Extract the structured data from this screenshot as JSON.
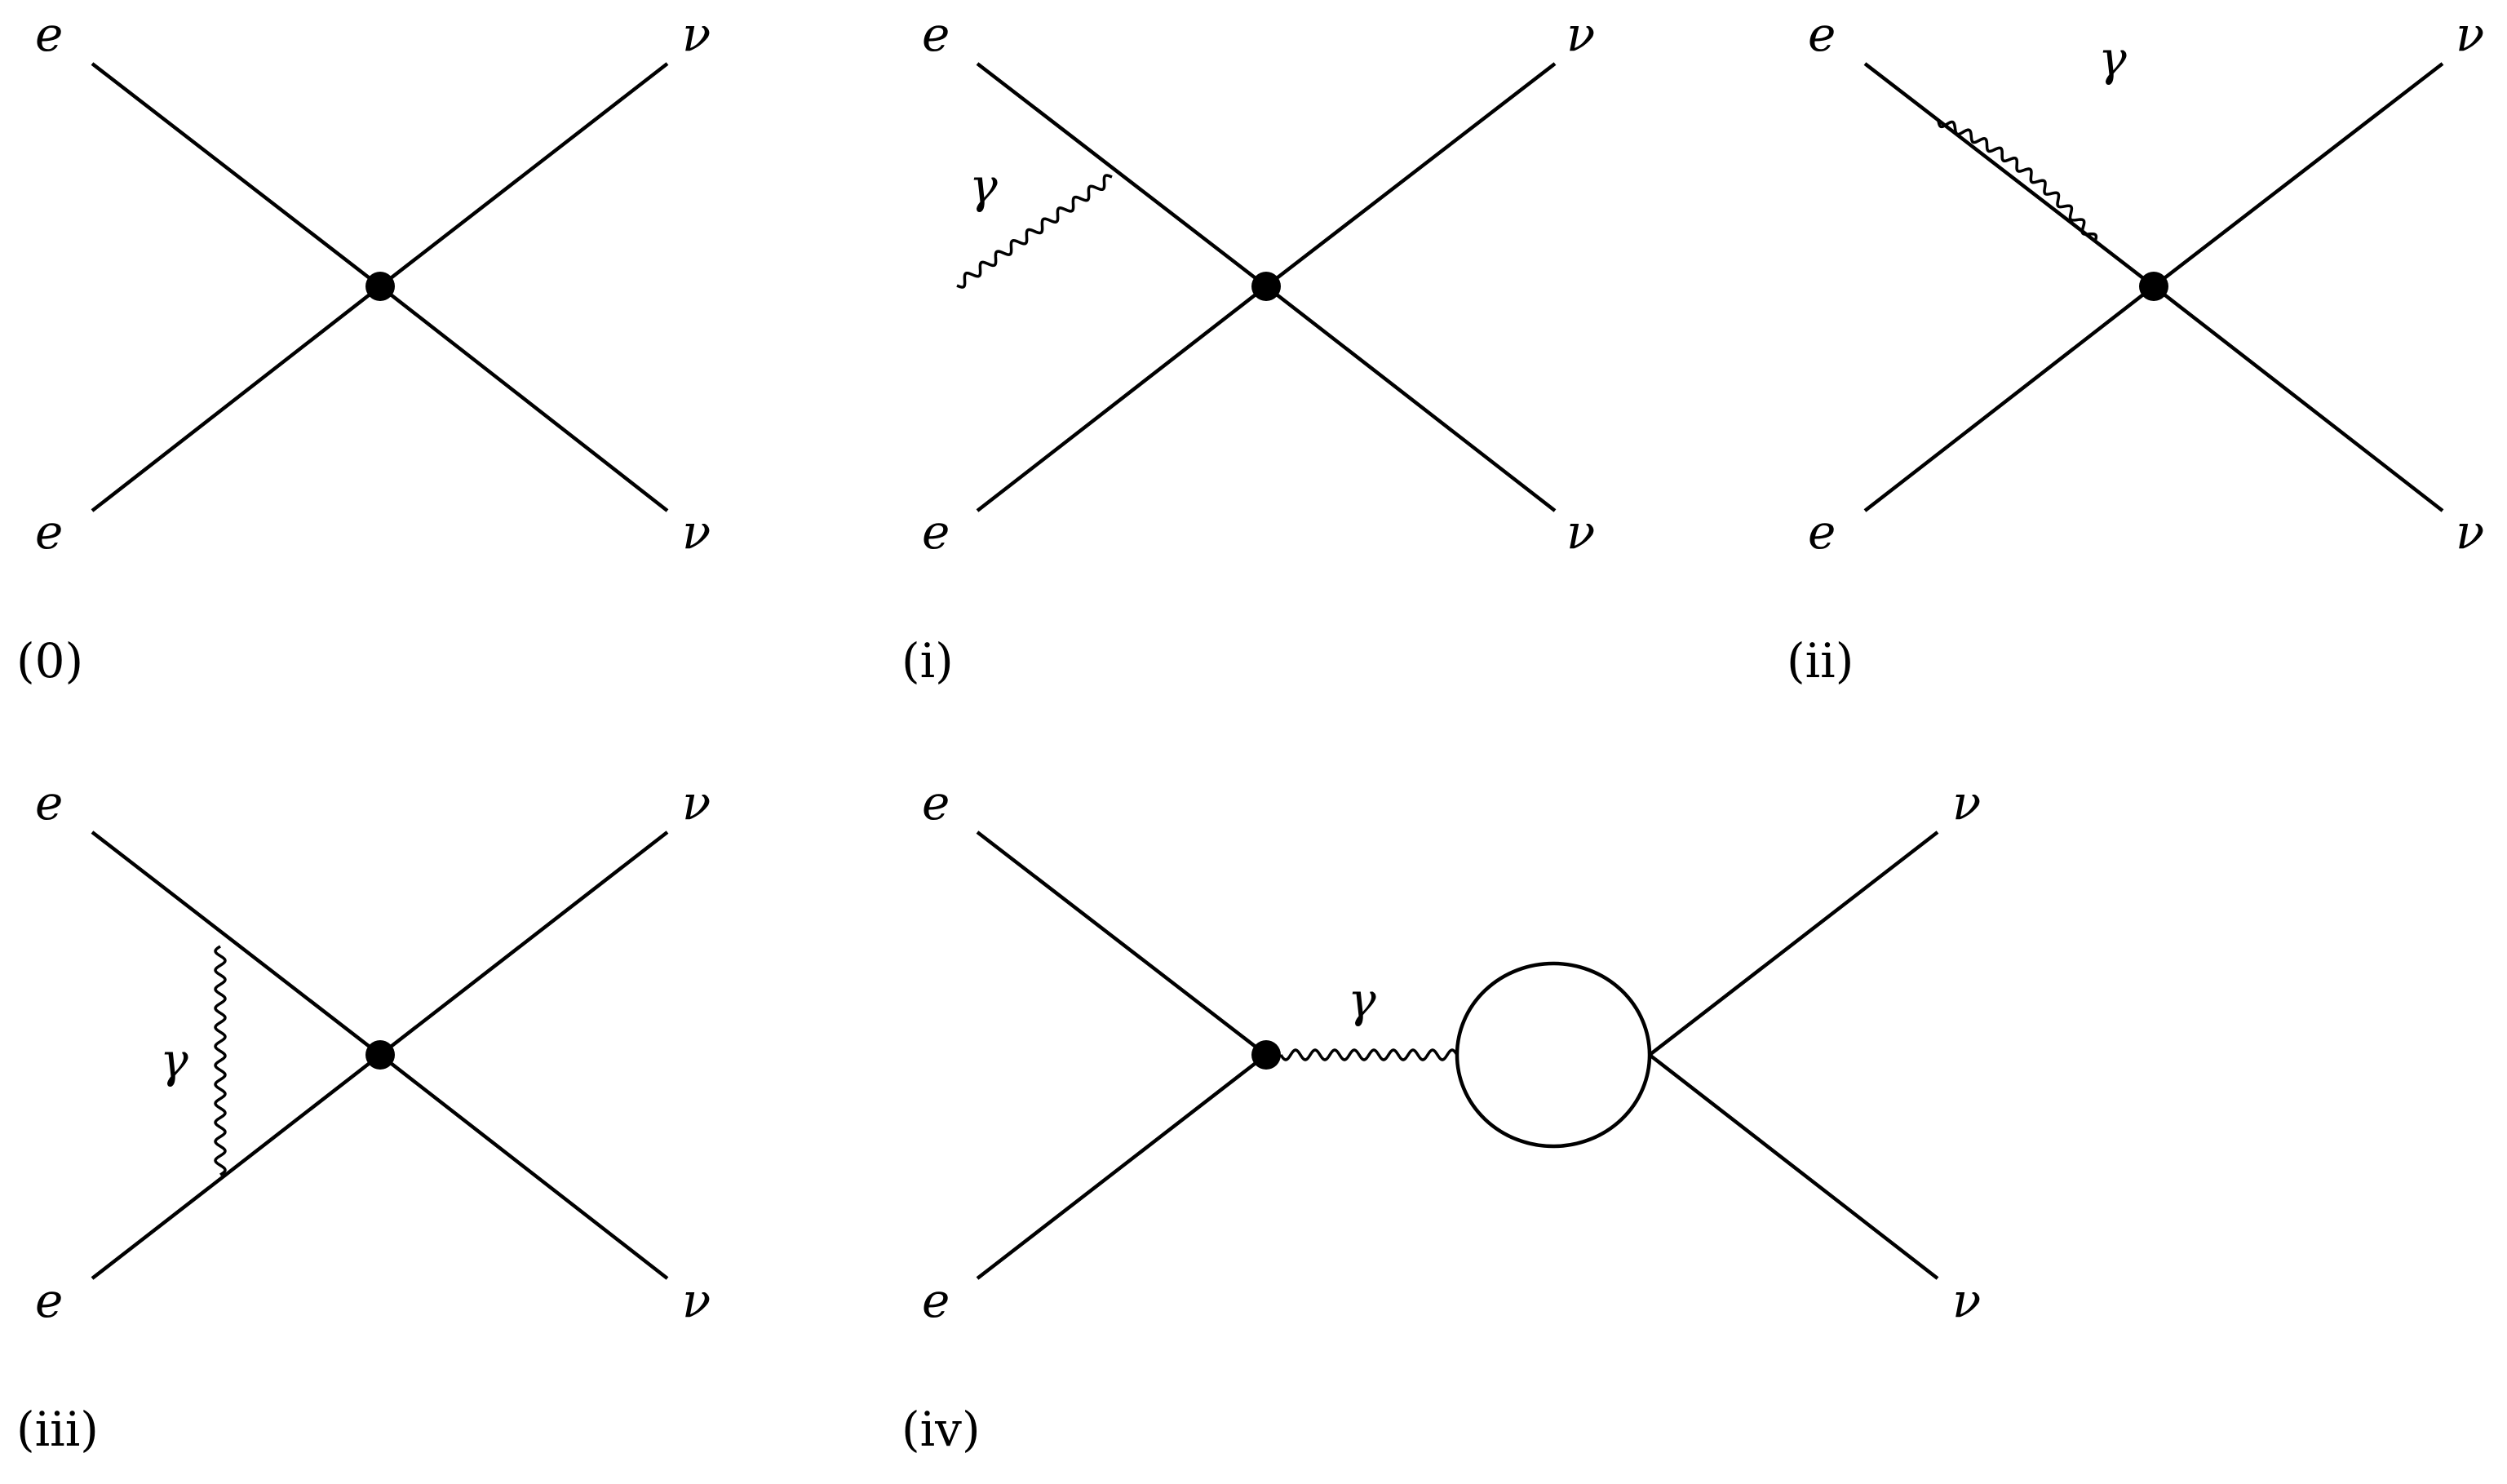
{
  "labels": {
    "electron": "e",
    "neutrino": "ν",
    "photon": "γ"
  },
  "diagrams": [
    {
      "id": "d0",
      "caption": "(0)",
      "photon": false
    },
    {
      "id": "d1",
      "caption": "(i)",
      "photon": true
    },
    {
      "id": "d2",
      "caption": "(ii)",
      "photon": true
    },
    {
      "id": "d3",
      "caption": "(iii)",
      "photon": true
    },
    {
      "id": "d4",
      "caption": "(iv)",
      "photon": true
    }
  ],
  "colors": {
    "ink": "#000000",
    "background": "#ffffff"
  }
}
